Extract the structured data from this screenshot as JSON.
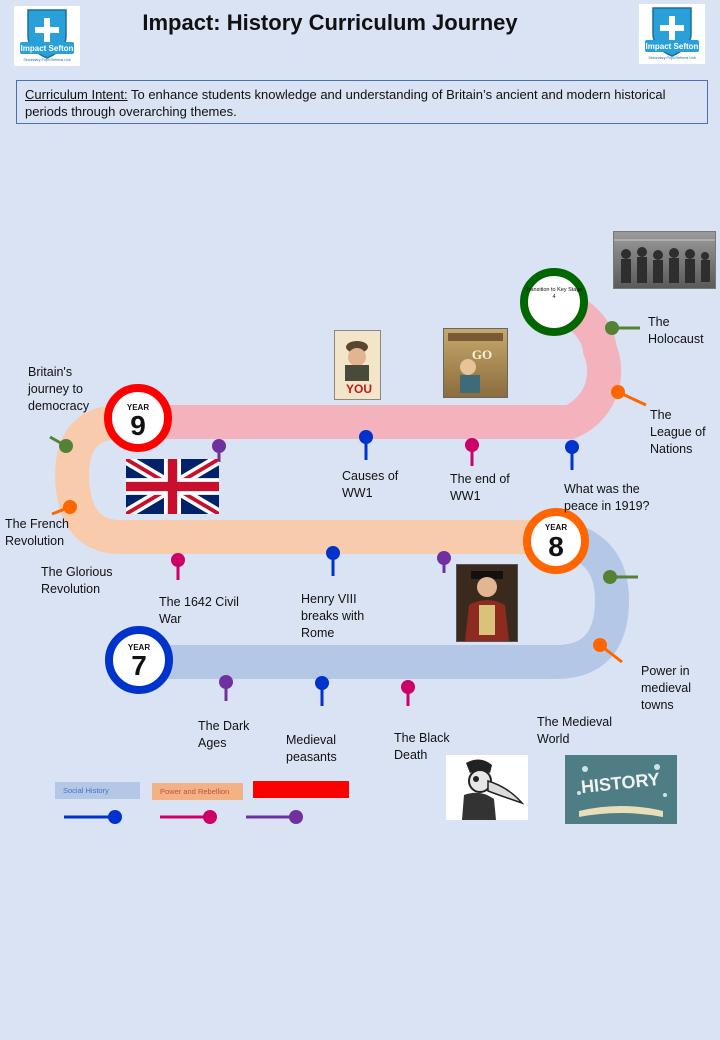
{
  "header": {
    "title": "Impact: History Curriculum Journey",
    "logo_text_main": "Impact Sefton",
    "logo_text_sub": "Secondary Pupil Referral Unit"
  },
  "intent": {
    "label": "Curriculum Intent:",
    "text": " To enhance students knowledge and understanding of Britain’s ancient and modern historical periods through overarching themes."
  },
  "badges": {
    "year9": {
      "word": "YEAR",
      "num": "9"
    },
    "year8": {
      "word": "YEAR",
      "num": "8"
    },
    "year7": {
      "word": "YEAR",
      "num": "7"
    },
    "transition": "Transition to Key Stage 4"
  },
  "topics": {
    "holocaust": "The Holocaust",
    "league": "The League of Nations",
    "peace1919": "What was the peace in 1919?",
    "endww1": "The end of WW1",
    "causesww1": "Causes of WW1",
    "democracy": "Britain's journey to democracy",
    "french": "The French Revolution",
    "glorious": "The Glorious Revolution",
    "civilwar": "The 1642 Civil War",
    "henry": "Henry VIII breaks with Rome",
    "power": "Power in medieval towns",
    "medievalworld": "The Medieval World",
    "blackdeath": "The Black Death",
    "peasants": "Medieval peasants",
    "darkages": "The Dark Ages"
  },
  "legend": {
    "social": "Social History",
    "power": "Power and Rebellion",
    "third": ""
  },
  "images": {
    "poster_you": "YOU",
    "poster_go": "GO",
    "history_book": "HISTORY"
  },
  "colors": {
    "background": "#dae3f3",
    "track_pink": "#f4b2bd",
    "track_peach": "#f8cbad",
    "track_blue": "#b4c7e7",
    "year9": "#ff0000",
    "year8": "#ff6600",
    "year7": "#0033cc",
    "transition": "#006600",
    "pin_blue": "#0033cc",
    "pin_magenta": "#cc0066",
    "pin_purple": "#7030a0",
    "pin_green": "#548235",
    "pin_orange": "#ff6600"
  }
}
